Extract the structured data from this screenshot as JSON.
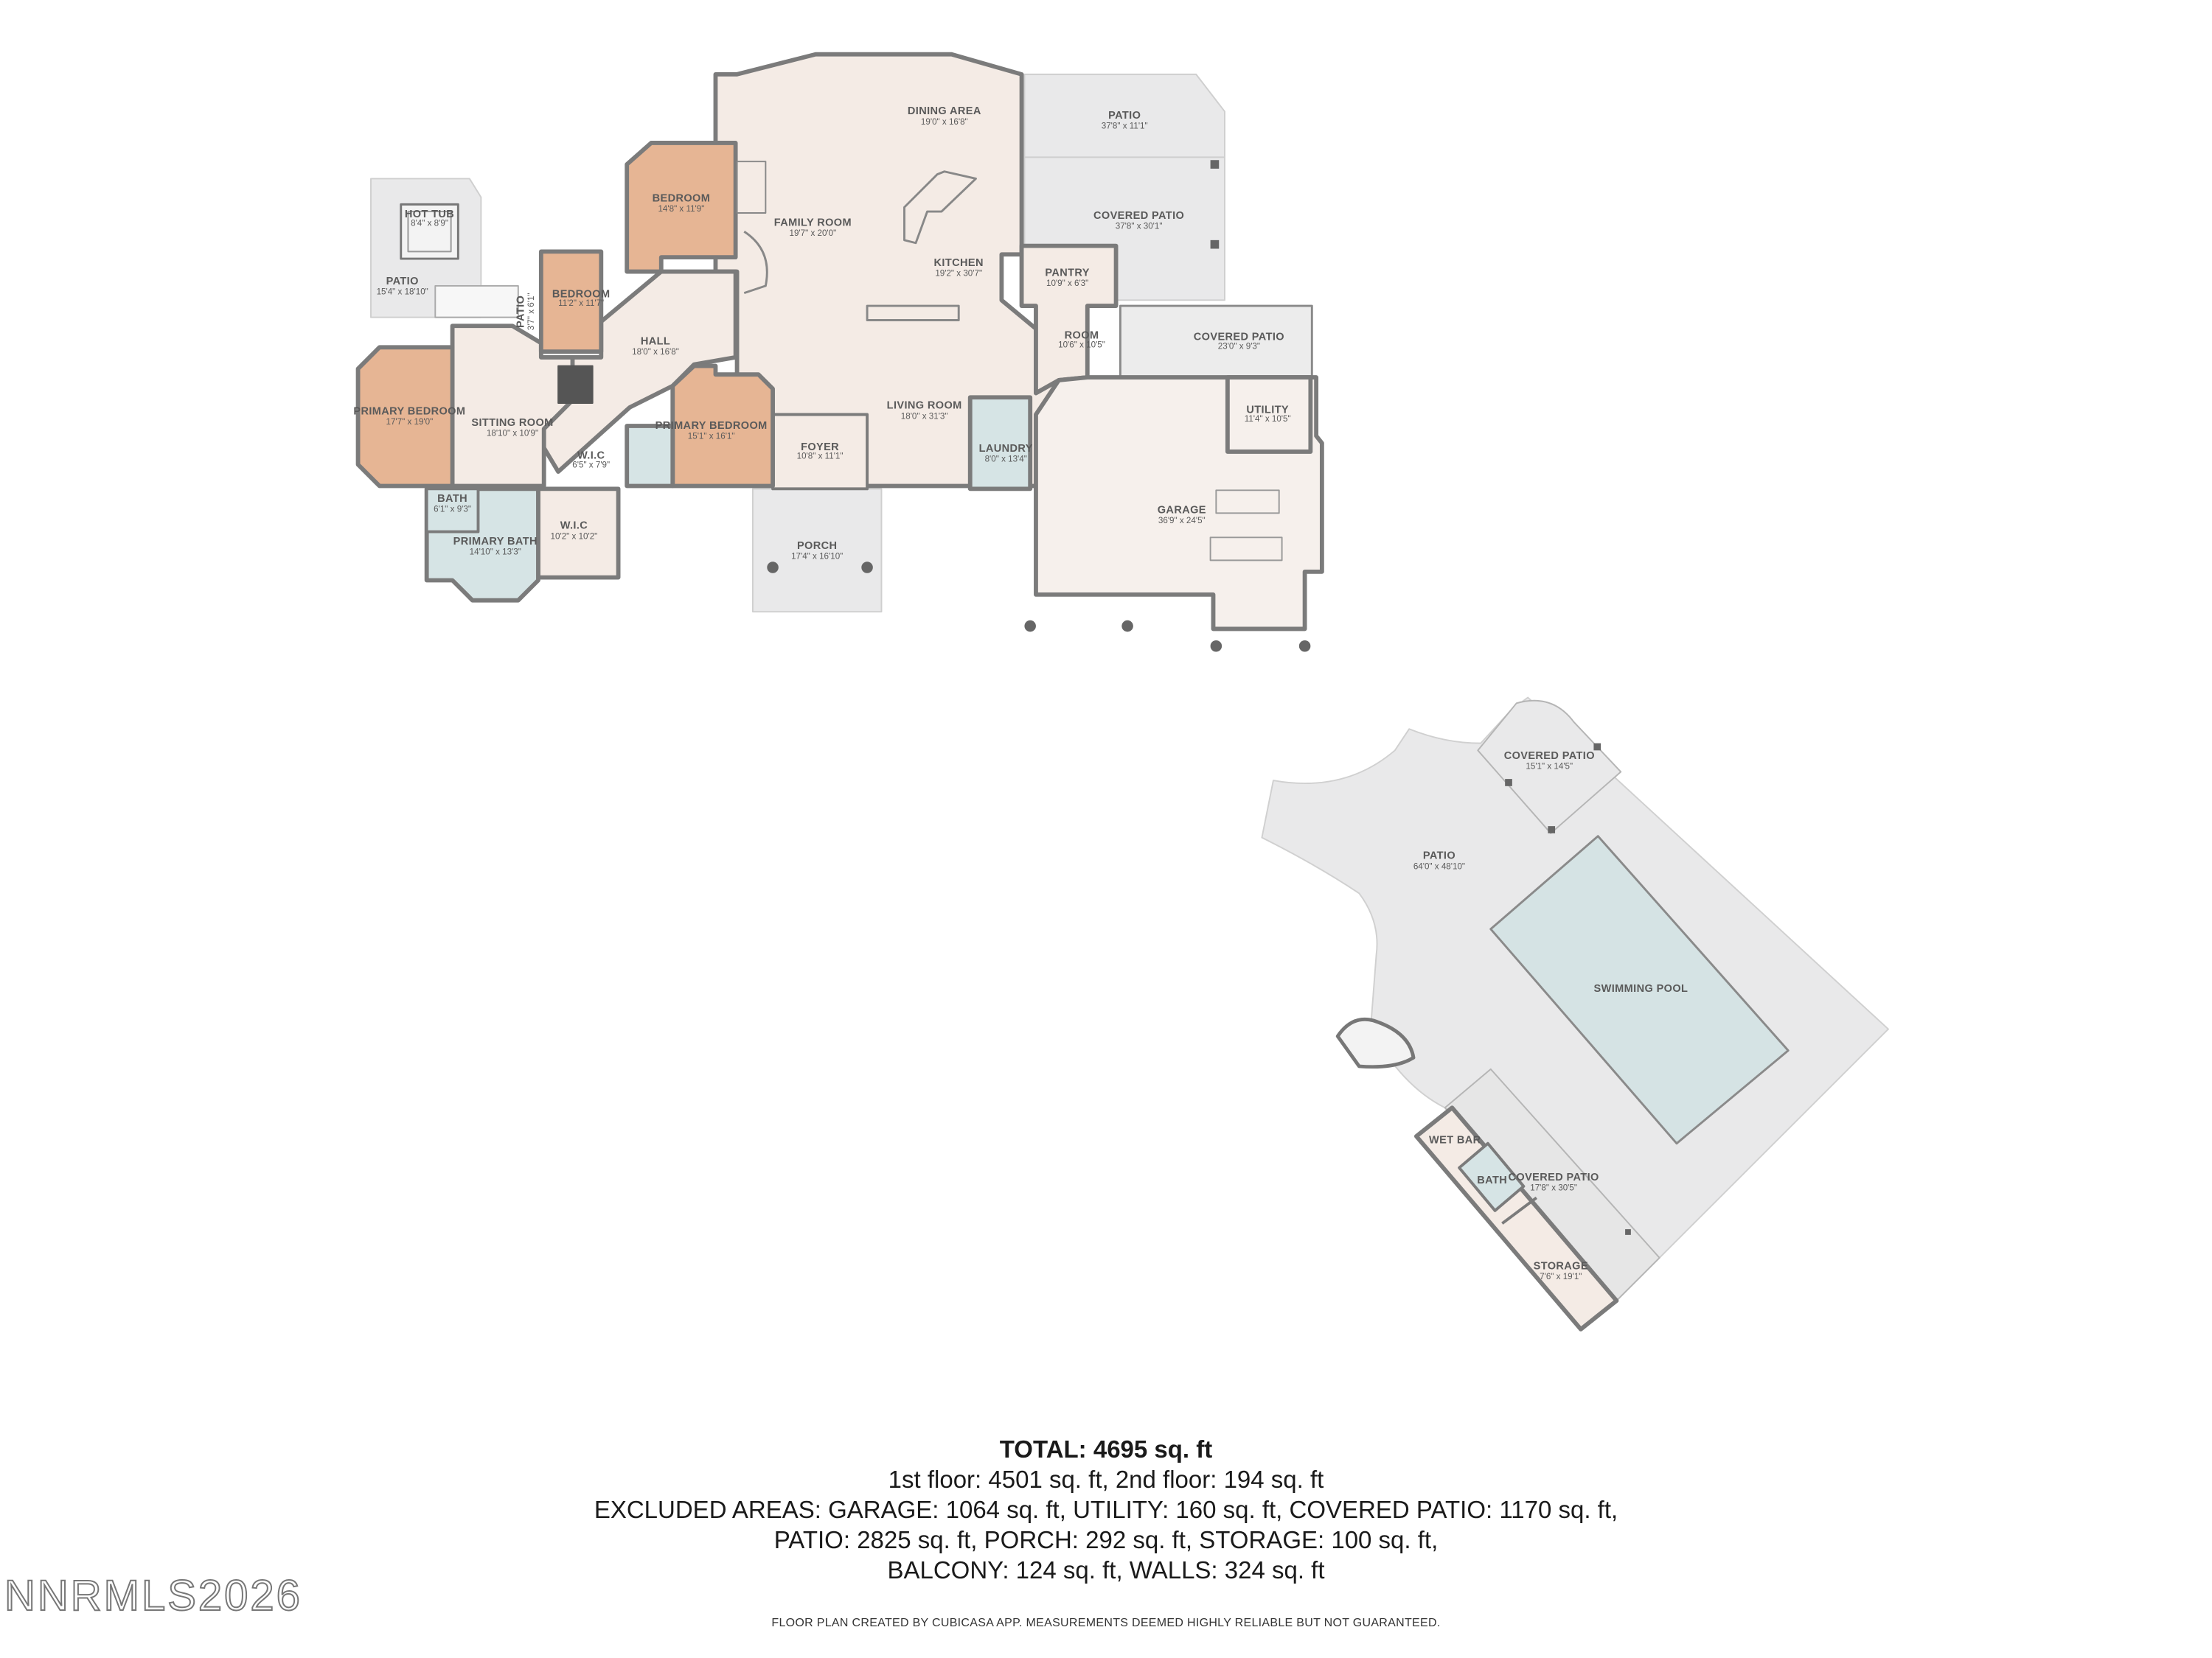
{
  "colors": {
    "wall": "#7b7b7b",
    "living": "#f4ebe5",
    "bedroom": "#e6b594",
    "bath": "#d6e4e5",
    "exterior": "#e9e9ea",
    "garage": "#f6f0ec",
    "pool": "#d5e3e4"
  },
  "rooms": {
    "dining": {
      "name": "DINING AREA",
      "dim": "19'0\" x 16'8\""
    },
    "patio_top": {
      "name": "PATIO",
      "dim": "37'8\" x 11'1\""
    },
    "covered_patio_top": {
      "name": "COVERED PATIO",
      "dim": "37'8\" x 30'1\""
    },
    "bedroom_a": {
      "name": "BEDROOM",
      "dim": "14'8\" x 11'9\""
    },
    "family": {
      "name": "FAMILY ROOM",
      "dim": "19'7\" x 20'0\""
    },
    "kitchen": {
      "name": "KITCHEN",
      "dim": "19'2\" x 30'7\""
    },
    "pantry": {
      "name": "PANTRY",
      "dim": "10'9\" x 6'3\""
    },
    "hot_tub": {
      "name": "HOT TUB",
      "dim": "8'4\" x 8'9\""
    },
    "patio_left": {
      "name": "PATIO",
      "dim": "15'4\" x 18'10\""
    },
    "bedroom_b": {
      "name": "BEDROOM",
      "dim": "11'2\" x 11'7\""
    },
    "patio_small": {
      "name": "PATIO",
      "dim": "3'7\" x 6'1\""
    },
    "room": {
      "name": "ROOM",
      "dim": "10'6\" x 10'5\""
    },
    "covered_patio_mid": {
      "name": "COVERED PATIO",
      "dim": "23'0\" x 9'3\""
    },
    "hall": {
      "name": "HALL",
      "dim": "18'0\" x 16'8\""
    },
    "primary_bed_left": {
      "name": "PRIMARY BEDROOM",
      "dim": "17'7\" x 19'0\""
    },
    "sitting": {
      "name": "SITTING ROOM",
      "dim": "18'10\" x 10'9\""
    },
    "primary_bed_mid": {
      "name": "PRIMARY BEDROOM",
      "dim": "15'1\" x 16'1\""
    },
    "living": {
      "name": "LIVING ROOM",
      "dim": "18'0\" x 31'3\""
    },
    "utility": {
      "name": "UTILITY",
      "dim": "11'4\" x 10'5\""
    },
    "foyer": {
      "name": "FOYER",
      "dim": "10'8\" x 11'1\""
    },
    "laundry": {
      "name": "LAUNDRY",
      "dim": "8'0\" x 13'4\""
    },
    "wic_small": {
      "name": "W.I.C",
      "dim": "6'5\" x 7'9\""
    },
    "bath_small": {
      "name": "BATH",
      "dim": "6'1\" x 9'3\""
    },
    "primary_bath": {
      "name": "PRIMARY BATH",
      "dim": "14'10\" x 13'3\""
    },
    "wic": {
      "name": "W.I.C",
      "dim": "10'2\" x 10'2\""
    },
    "garage": {
      "name": "GARAGE",
      "dim": "36'9\" x 24'5\""
    },
    "porch": {
      "name": "PORCH",
      "dim": "17'4\" x 16'10\""
    },
    "covered_patio_pool": {
      "name": "COVERED PATIO",
      "dim": "15'1\" x 14'5\""
    },
    "patio_pool": {
      "name": "PATIO",
      "dim": "64'0\" x 48'10\""
    },
    "swimming_pool": {
      "name": "SWIMMING POOL",
      "dim": ""
    },
    "wet_bar": {
      "name": "WET BAR",
      "dim": ""
    },
    "bath_pool": {
      "name": "BATH",
      "dim": ""
    },
    "covered_patio_pool2": {
      "name": "COVERED PATIO",
      "dim": "17'8\" x 30'5\""
    },
    "storage": {
      "name": "STORAGE",
      "dim": "7'6\" x 19'1\""
    }
  },
  "summary": {
    "total": "TOTAL: 4695 sq. ft",
    "floors": "1st floor: 4501 sq. ft, 2nd floor: 194 sq. ft",
    "excluded_1": "EXCLUDED AREAS: GARAGE: 1064 sq. ft, UTILITY: 160 sq. ft, COVERED PATIO: 1170 sq. ft,",
    "excluded_2": "PATIO: 2825 sq. ft, PORCH: 292 sq. ft, STORAGE: 100 sq. ft,",
    "excluded_3": "BALCONY: 124 sq. ft, WALLS: 324 sq. ft"
  },
  "disclaimer": "FLOOR PLAN CREATED BY CUBICASA APP. MEASUREMENTS DEEMED HIGHLY RELIABLE BUT NOT GUARANTEED.",
  "watermark": "NNRMLS2026"
}
